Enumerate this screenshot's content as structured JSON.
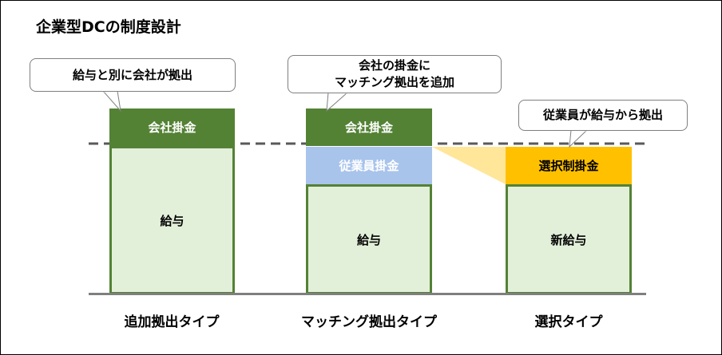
{
  "title": "企業型DCの制度設計",
  "columns": [
    {
      "label": "追加拠出タイプ",
      "callout": "給与と別に会社が拠出",
      "top_box": "会社掛金",
      "base_box": "給与"
    },
    {
      "label": "マッチング拠出タイプ",
      "callout_line1": "会社の掛金に",
      "callout_line2": "マッチング拠出を追加",
      "top_box": "会社掛金",
      "middle_box": "従業員掛金",
      "base_box": "給与"
    },
    {
      "label": "選択タイプ",
      "callout": "従業員が給与から拠出",
      "top_box": "選択制掛金",
      "base_box": "新給与"
    }
  ],
  "colors": {
    "company_contribution": "#548235",
    "salary_fill": "#e2f0d9",
    "employee_contribution": "#a9c4eb",
    "optional_contribution": "#ffc000",
    "wedge": "#ffe699"
  }
}
